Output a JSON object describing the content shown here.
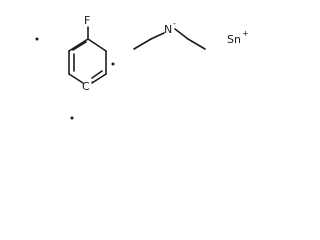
{
  "molecule": {
    "atoms": {
      "fluorine": "F",
      "nitrogen": "N",
      "nitrogen_charge": "-",
      "carbanion": "C",
      "carbanion_charge": "-",
      "tin": "Sn",
      "tin_charge": "+"
    }
  }
}
